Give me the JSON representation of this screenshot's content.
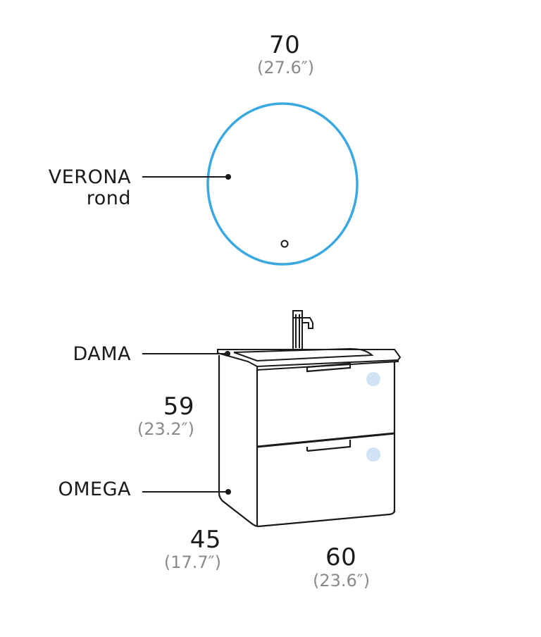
{
  "dimensions": {
    "mirror_width": {
      "value": "70",
      "inch": "(27.6″)"
    },
    "height": {
      "value": "59",
      "inch": "(23.2″)"
    },
    "depth": {
      "value": "45",
      "inch": "(17.7″)"
    },
    "width": {
      "value": "60",
      "inch": "(23.6″)"
    }
  },
  "labels": {
    "mirror_line1": "VERONA",
    "mirror_line2": "rond",
    "basin": "DAMA",
    "cabinet": "OMEGA"
  },
  "colors": {
    "mirror_ring": "#3aa8e0",
    "drawer_light": "#cfe3f5",
    "line": "#1a1a1a"
  }
}
